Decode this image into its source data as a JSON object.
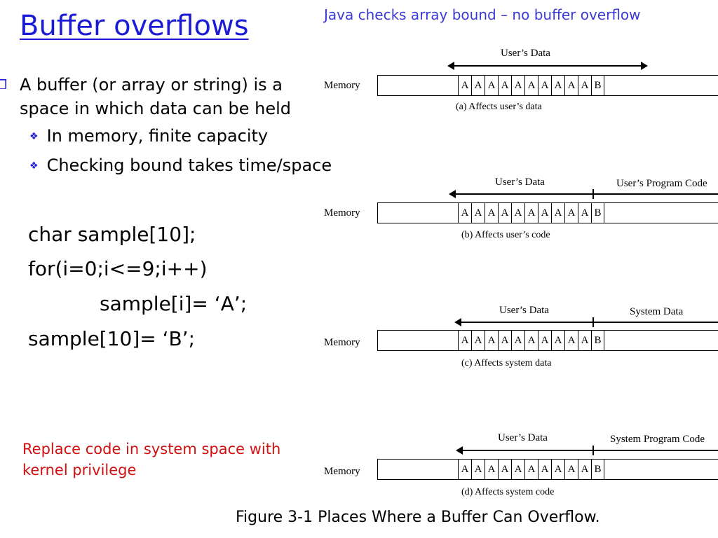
{
  "slide": {
    "title": "Buffer overflows",
    "java_note": "Java checks array bound – no buffer overflow",
    "bullet": "A buffer (or array or string) is a space in which data can be held",
    "bullet_line1": "A buffer (or array or string) is a",
    "bullet_line2": "space in which data can be held",
    "sub_bullets": [
      "In memory, finite capacity",
      "Checking bound takes time/space"
    ],
    "code_lines": [
      "char sample[10];",
      "for(i=0;i<=9;i++)",
      "sample[i]= ‘A’;",
      "sample[10]= ‘B’;"
    ],
    "red_note_line1": "Replace code in system space with",
    "red_note_line2": "kernel privilege",
    "figure_caption": "Figure 3-1  Places Where a Buffer Can Overflow."
  },
  "diagrams": [
    {
      "user_label": "User’s Data",
      "other_label": "",
      "memory_label": "Memory",
      "caption": "(a)  Affects user’s data",
      "cells": [
        "A",
        "A",
        "A",
        "A",
        "A",
        "A",
        "A",
        "A",
        "A",
        "A",
        "B"
      ]
    },
    {
      "user_label": "User’s Data",
      "other_label": "User’s Program Code",
      "memory_label": "Memory",
      "caption": "(b)  Affects user’s code",
      "cells": [
        "A",
        "A",
        "A",
        "A",
        "A",
        "A",
        "A",
        "A",
        "A",
        "A",
        "B"
      ]
    },
    {
      "user_label": "User’s Data",
      "other_label": "System Data",
      "memory_label": "Memory",
      "caption": "(c)  Affects system data",
      "cells": [
        "A",
        "A",
        "A",
        "A",
        "A",
        "A",
        "A",
        "A",
        "A",
        "A",
        "B"
      ]
    },
    {
      "user_label": "User’s Data",
      "other_label": "System Program Code",
      "memory_label": "Memory",
      "caption": "(d)  Affects system code",
      "cells": [
        "A",
        "A",
        "A",
        "A",
        "A",
        "A",
        "A",
        "A",
        "A",
        "A",
        "B"
      ]
    }
  ],
  "icons": {
    "main_bullet": "square-bullet-icon",
    "sub_bullet": "diamond-bullet-icon"
  },
  "colors": {
    "title": "#1b1bd6",
    "java_note": "#3a3ad8",
    "red_note": "#d21010"
  }
}
